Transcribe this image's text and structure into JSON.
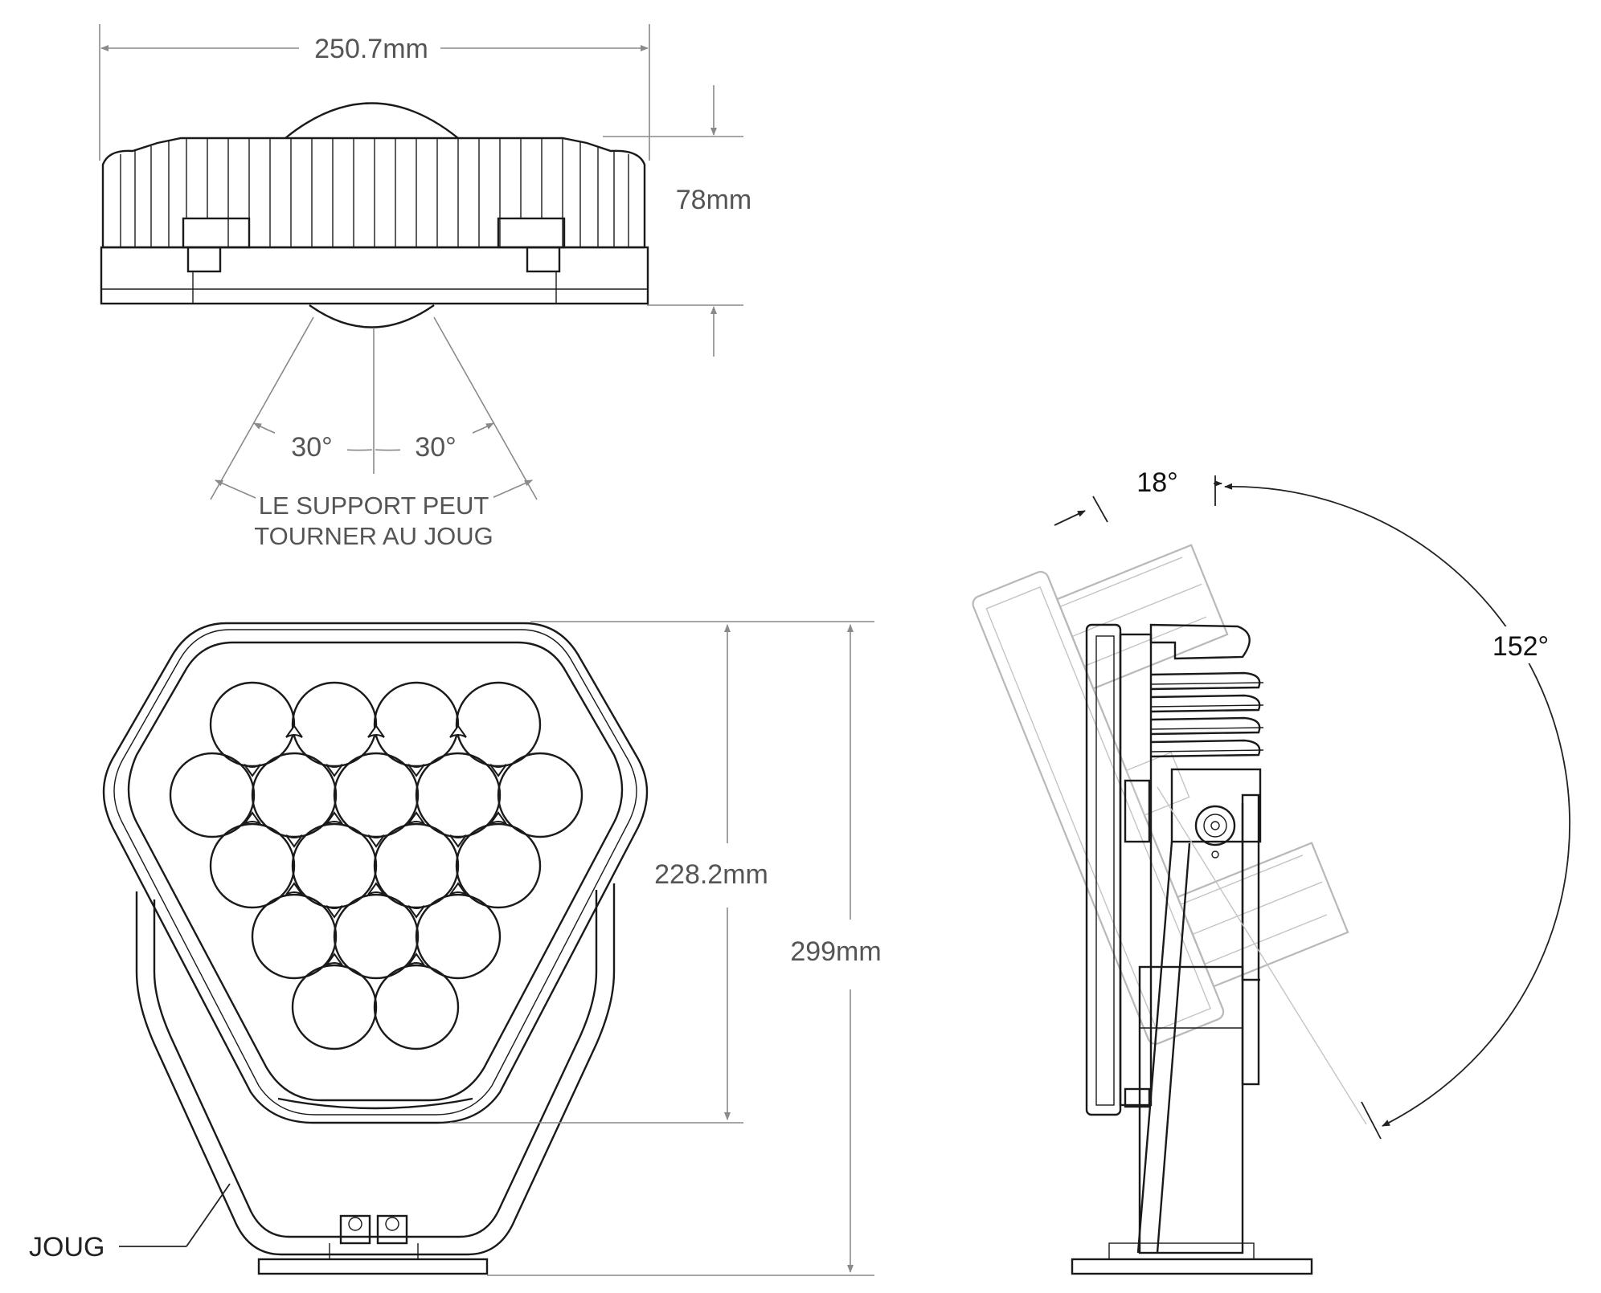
{
  "dimensions": {
    "width": "250.7mm",
    "height": "78mm",
    "lens_height": "228.2mm",
    "total_height": "299mm",
    "rotation_left": "30°",
    "rotation_right": "30°",
    "tilt_angle": "18°",
    "swing_angle": "152°"
  },
  "notes": {
    "rotation_line1": "LE SUPPORT PEUT",
    "rotation_line2": "TOURNER AU JOUG"
  },
  "labels": {
    "yoke": "JOUG"
  },
  "colors": {
    "line": "#1a1a1a",
    "dimension": "#8a8a8a",
    "ghost": "#b8b8b8"
  }
}
